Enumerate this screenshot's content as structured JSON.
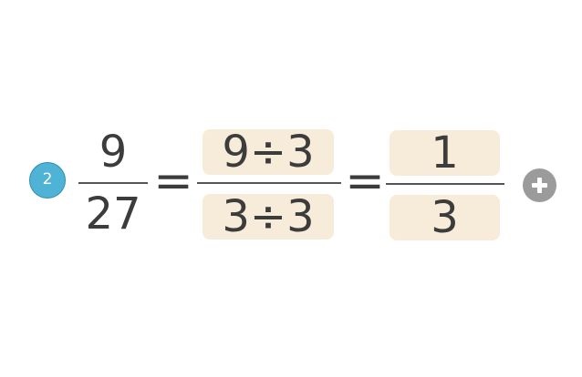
{
  "problem": {
    "number": "2",
    "given": {
      "numerator": "9",
      "denominator": "27"
    },
    "equals": "=",
    "step": {
      "numerator": "9÷3",
      "denominator": "3÷3"
    },
    "result": {
      "numerator": "1",
      "denominator": "3"
    }
  },
  "icons": {
    "add": "plus-circle-icon"
  },
  "colors": {
    "badge": "#4fb3d6",
    "answer_box": "#f6ecd9",
    "add_button": "#9b9b9b",
    "text": "#3c3c3c"
  }
}
